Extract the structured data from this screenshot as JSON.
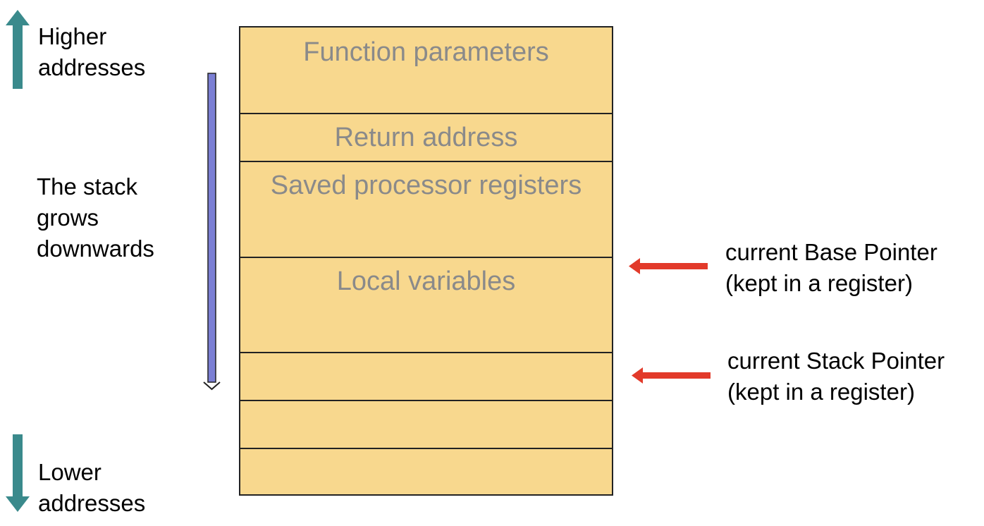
{
  "labels": {
    "higher": "Higher\naddresses",
    "grows": "The stack\ngrows\ndownwards",
    "lower": "Lower\naddresses",
    "base_pointer": "current Base Pointer\n(kept in a register)",
    "stack_pointer": "current Stack Pointer\n(kept in a register)"
  },
  "stack_frames": [
    {
      "label": "Function parameters"
    },
    {
      "label": "Return address"
    },
    {
      "label": "Saved processor registers"
    },
    {
      "label": "Local variables"
    },
    {
      "label": ""
    },
    {
      "label": ""
    },
    {
      "label": ""
    }
  ],
  "colors": {
    "frame_fill": "#f8d88e",
    "frame_text": "#8a8a8a",
    "address_arrow": "#3a8a8c",
    "growth_arrow": "#7b7fd4",
    "pointer_arrow": "#e23a2a"
  }
}
